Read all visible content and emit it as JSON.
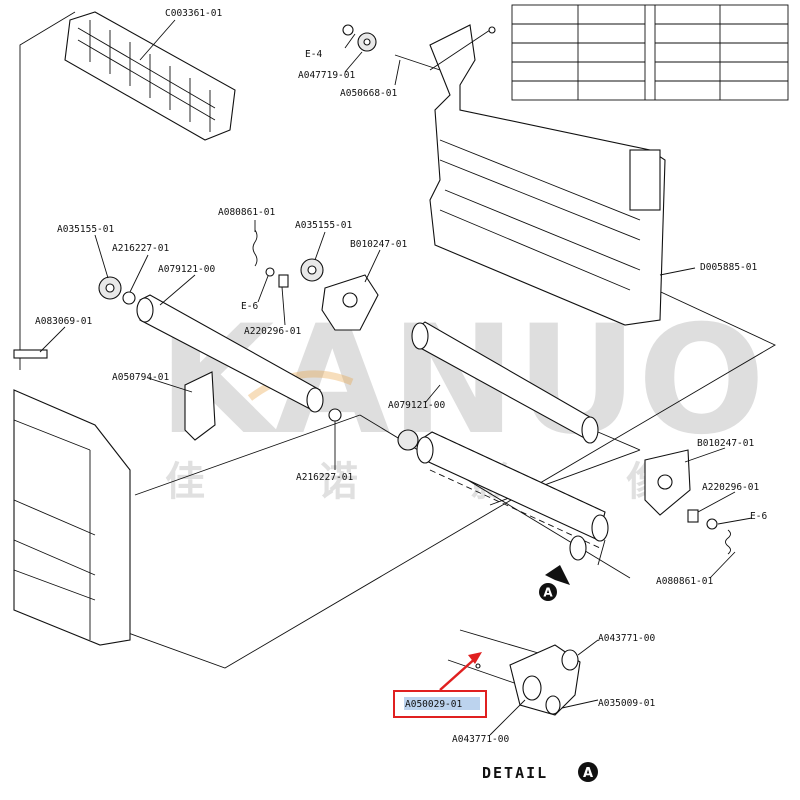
{
  "watermark": {
    "brand": "KANUO",
    "chinese": [
      "佳",
      "诺",
      "影",
      "像"
    ]
  },
  "detail_title": "DETAIL",
  "detail_marker": "A",
  "arrow_marker": "A",
  "highlighted_part": "A050029-01",
  "labels": {
    "c003361": "C003361-01",
    "e4": "E-4",
    "a047719": "A047719-01",
    "a050668": "A050668-01",
    "a035155_left": "A035155-01",
    "a216227_top": "A216227-01",
    "a079121_left": "A079121-00",
    "a080861_top": "A080861-01",
    "e6_top": "E-6",
    "a220296_top": "A220296-01",
    "a035155_mid": "A035155-01",
    "b010247_top": "B010247-01",
    "d005885": "D005885-01",
    "a083069": "A083069-01",
    "a050794": "A050794-01",
    "a079121_mid": "A079121-00",
    "a216227_bottom": "A216227-01",
    "b010247_right": "B010247-01",
    "a220296_right": "A220296-01",
    "e6_right": "E-6",
    "a080861_right": "A080861-01",
    "a043771_top": "A043771-00",
    "a035009": "A035009-01",
    "a043771_bottom": "A043771-00"
  },
  "colors": {
    "highlight_box": "#e02020",
    "highlight_fill": "#bcd3ee",
    "arrow": "#e02020"
  }
}
